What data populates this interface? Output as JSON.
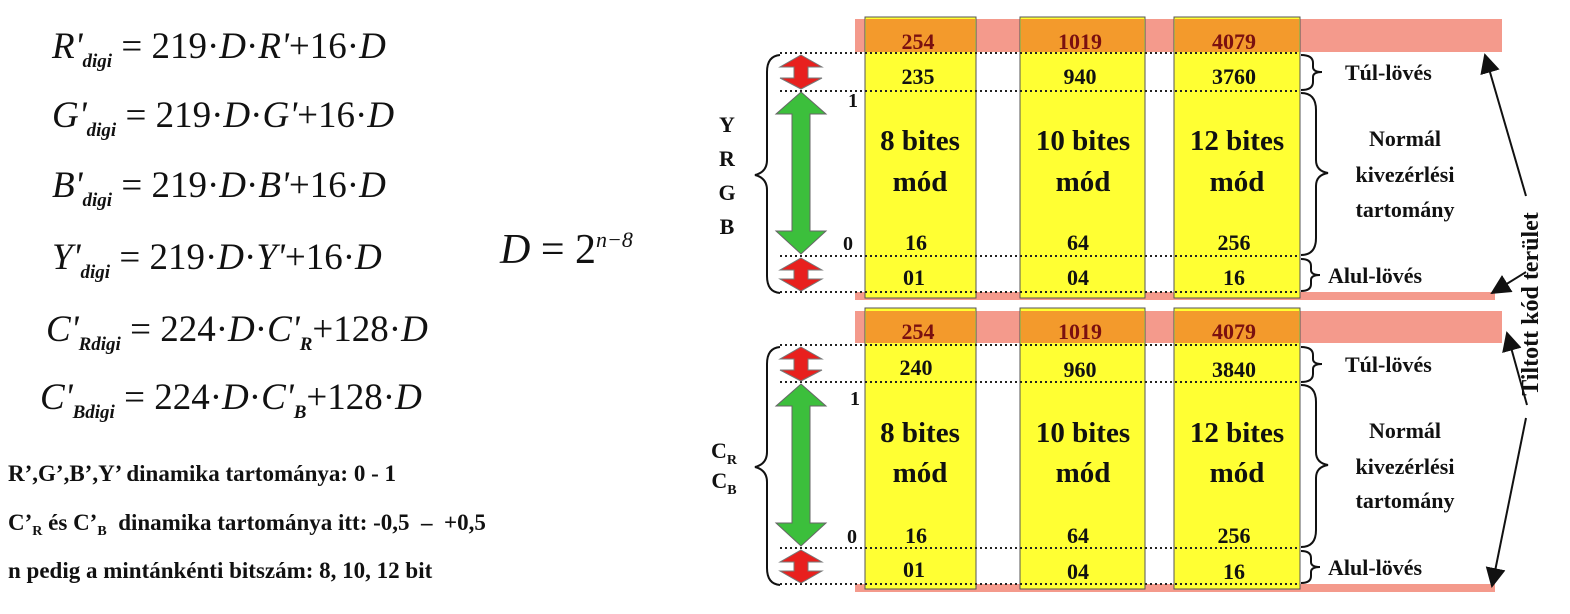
{
  "formulas": [
    {
      "sym": "R",
      "sub": "digi",
      "c": "219",
      "c2": "16",
      "var": "R"
    },
    {
      "sym": "G",
      "sub": "digi",
      "c": "219",
      "c2": "16",
      "var": "G"
    },
    {
      "sym": "B",
      "sub": "digi",
      "c": "219",
      "c2": "16",
      "var": "B"
    },
    {
      "sym": "Y",
      "sub": "digi",
      "c": "219",
      "c2": "16",
      "var": "Y"
    },
    {
      "sym": "C",
      "sub": "Rdigi",
      "c": "224",
      "c2": "128",
      "var": "C",
      "varsub": "R"
    },
    {
      "sym": "C",
      "sub": "Bdigi",
      "c": "224",
      "c2": "128",
      "var": "C",
      "varsub": "B"
    }
  ],
  "d_formula": {
    "lhs": "D",
    "base": "2",
    "exp": "n−8"
  },
  "notes": {
    "line1": "R’,G’,B’,Y’ dinamika tartománya: 0 - 1",
    "line2_a": "C’",
    "line2_sub1": "R",
    "line2_b": " és C’",
    "line2_sub2": "B",
    "line2_c": "  dinamika tartománya itt: -0,5  –  +0,5",
    "line3": "n pedig a mintánkénti bitszám: 8, 10, 12 bit"
  },
  "diagram": {
    "mode_line1": [
      "8 bites",
      "10 bites",
      "12 bites"
    ],
    "mode_line2": "mód",
    "blocks": [
      {
        "forbidden": [
          "254",
          "1019",
          "4079"
        ],
        "overshoot": [
          "235",
          "940",
          "3760"
        ],
        "black": [
          "16",
          "64",
          "256"
        ],
        "undershoot": [
          "01",
          "04",
          "16"
        ],
        "group_label": [
          "Y",
          "R",
          "G",
          "B"
        ],
        "marker_top": "1",
        "marker_bottom": "0"
      },
      {
        "forbidden": [
          "254",
          "1019",
          "4079"
        ],
        "overshoot": [
          "240",
          "960",
          "3840"
        ],
        "black": [
          "16",
          "64",
          "256"
        ],
        "undershoot": [
          "01",
          "04",
          "16"
        ],
        "group_label_cr": "C",
        "group_label_cr_sub": "R",
        "group_label_cb": "C",
        "group_label_cb_sub": "B",
        "marker_top": "1",
        "marker_bottom": "0"
      }
    ],
    "label_overshoot": "Túl-lövés",
    "label_normal": [
      "Normál",
      "kivezérlési",
      "tartomány"
    ],
    "label_undershoot": "Alul-lövés",
    "label_forbidden": "Tiltott kód terület"
  },
  "colors": {
    "forbidden_band": "#f49a8c",
    "forbidden_cell": "#f39a2c",
    "forbidden_text": "#7a1010",
    "column": "#ffff33",
    "arrow_green": "#3cbf3c",
    "arrow_red": "#e8201e"
  }
}
